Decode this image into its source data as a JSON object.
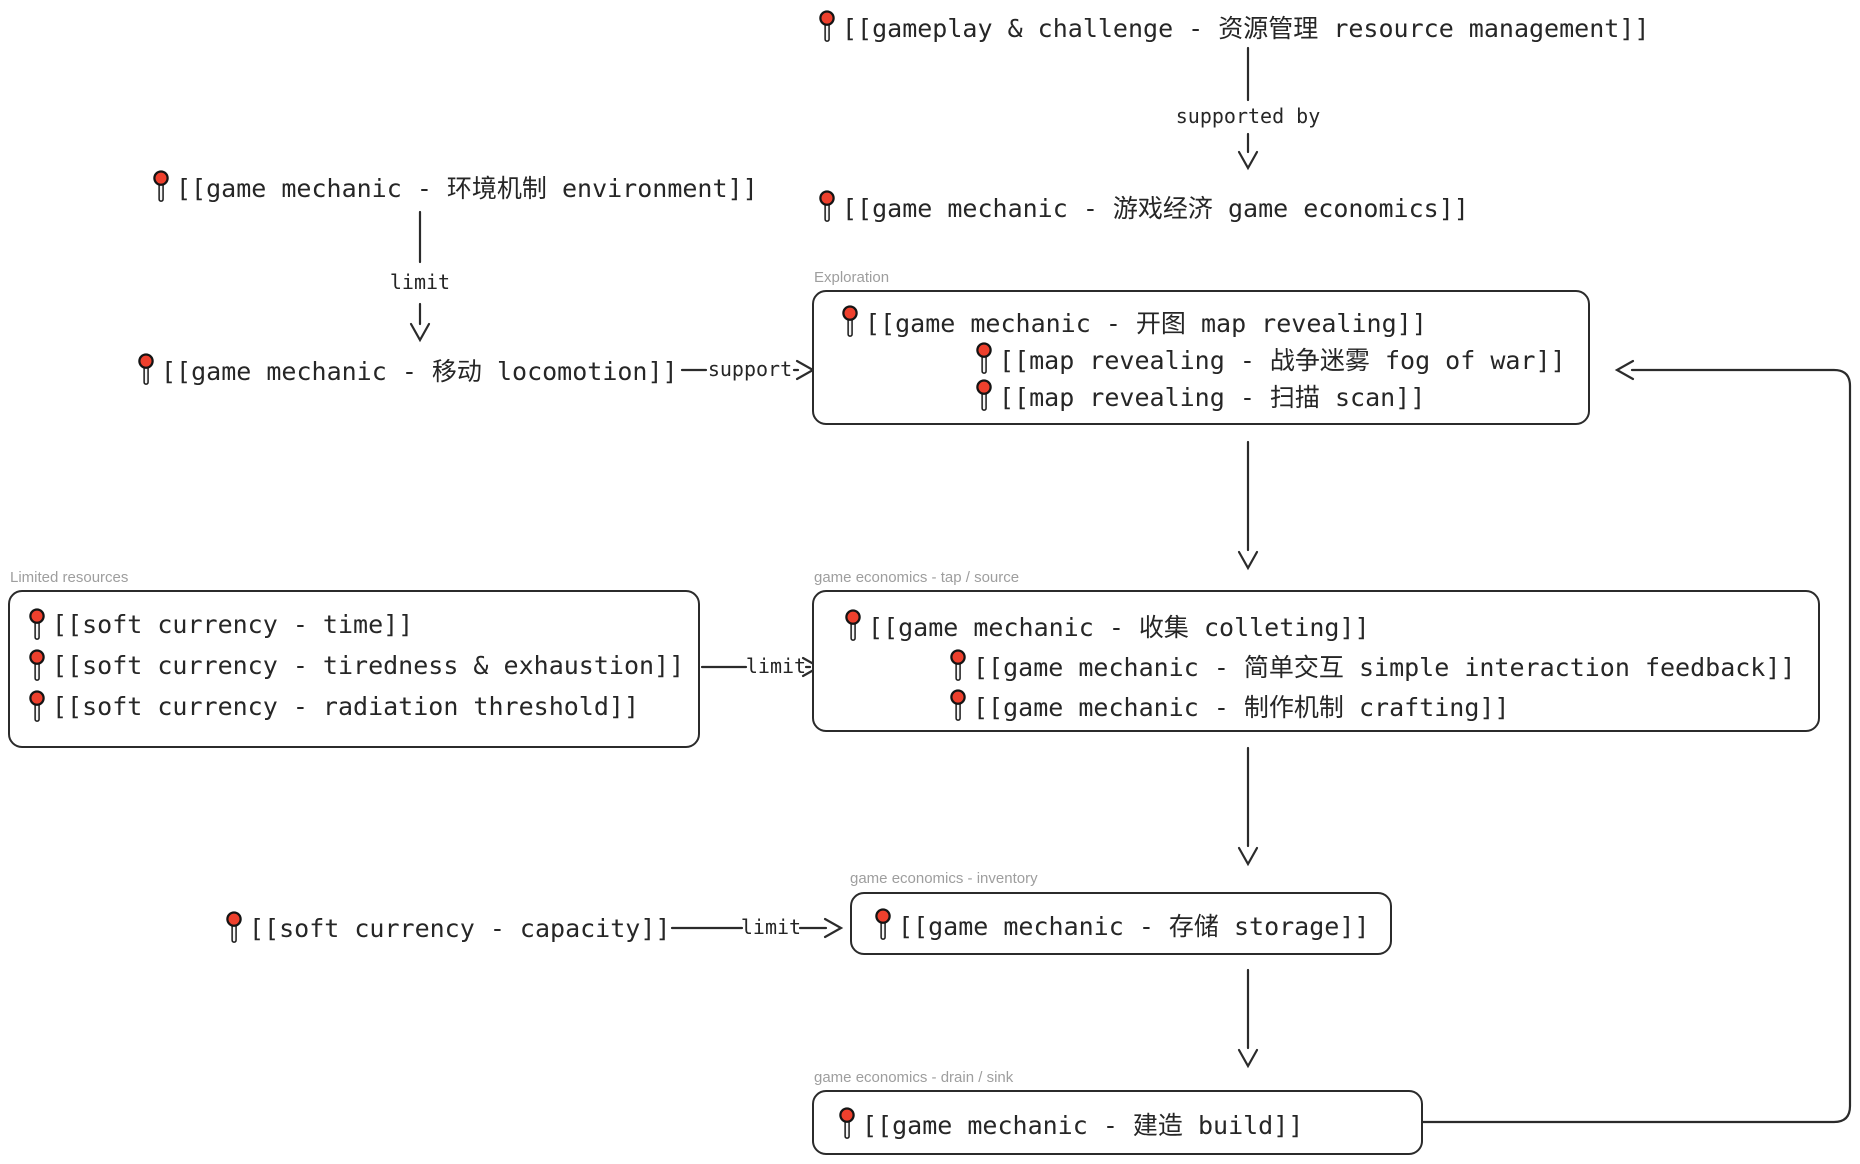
{
  "canvas": {
    "background": "#ffffff",
    "colors": {
      "line": "#2b2b2b",
      "text": "#262626",
      "pin_red": "#ee402d",
      "group_label": "#9e9e9e"
    },
    "icons": {
      "pin": "map-pin-icon"
    },
    "nodes": {
      "gameplay": {
        "text": "[[gameplay & challenge - 资源管理 resource management]]"
      },
      "economics": {
        "text": "[[game mechanic - 游戏经济 game economics]]"
      },
      "environment": {
        "text": "[[game mechanic - 环境机制 environment]]"
      },
      "locomotion": {
        "text": "[[game mechanic - 移动 locomotion]]"
      },
      "capacity": {
        "text": "[[soft currency - capacity]]"
      }
    },
    "groups": {
      "exploration": {
        "label": "Exploration",
        "items": [
          {
            "text": "[[game mechanic - 开图 map revealing]]"
          },
          {
            "text": "[[map revealing - 战争迷雾 fog of war]]"
          },
          {
            "text": "[[map revealing - 扫描 scan]]"
          }
        ]
      },
      "limited_resources": {
        "label": "Limited resources",
        "items": [
          {
            "text": "[[soft currency - time]]"
          },
          {
            "text": "[[soft currency - tiredness & exhaustion]]"
          },
          {
            "text": "[[soft currency - radiation threshold]]"
          }
        ]
      },
      "tap_source": {
        "label": "game economics - tap / source",
        "items": [
          {
            "text": "[[game mechanic - 收集 colleting]]"
          },
          {
            "text": "[[game mechanic - 简单交互 simple interaction feedback]]"
          },
          {
            "text": "[[game mechanic - 制作机制 crafting]]"
          }
        ]
      },
      "inventory": {
        "label": "game economics - inventory",
        "items": [
          {
            "text": "[[game mechanic - 存储 storage]]"
          }
        ]
      },
      "drain_sink": {
        "label": "game economics - drain / sink",
        "items": [
          {
            "text": "[[game mechanic - 建造 build]]"
          }
        ]
      }
    },
    "edges": {
      "supported_by": {
        "label": "supported by"
      },
      "environment_limit": {
        "label": "limit"
      },
      "locomotion_support": {
        "label": "support"
      },
      "resources_limit": {
        "label": "limit"
      },
      "capacity_limit": {
        "label": "limit"
      }
    }
  }
}
